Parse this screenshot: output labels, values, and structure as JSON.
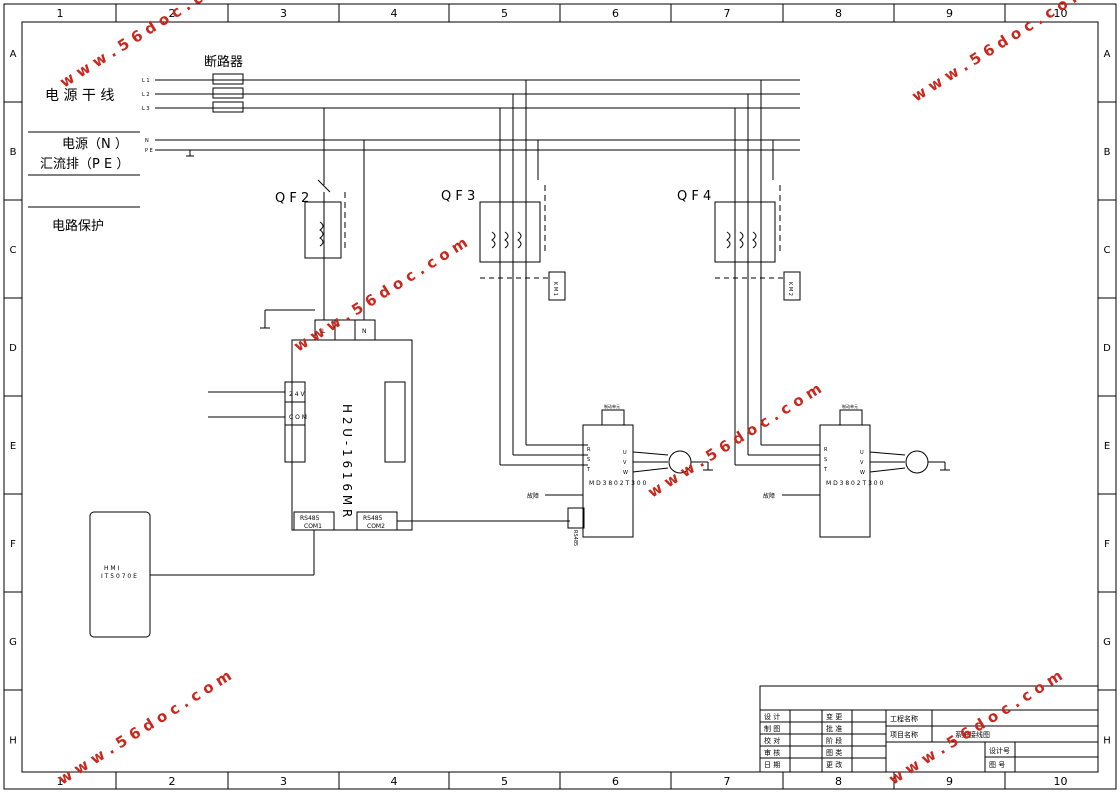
{
  "frame": {
    "columns": [
      "1",
      "2",
      "3",
      "4",
      "5",
      "6",
      "7",
      "8",
      "9",
      "10"
    ],
    "rows": [
      "A",
      "B",
      "C",
      "D",
      "E",
      "F",
      "G",
      "H"
    ]
  },
  "labels": {
    "breaker_title": "断路器",
    "bus_main": "电 源 干 线",
    "bus_n": "电源（N ）",
    "bus_pe": "汇流排（P E ）",
    "protection": "电路保护",
    "l1": "L 1",
    "l2": "L 2",
    "l3": "L 3",
    "n": "N",
    "pe": "P E"
  },
  "components": {
    "qf2": "Q F 2",
    "qf3": "Q F 3",
    "qf4": "Q F 4",
    "plc": "H 2 U - 1 6 1 6 M R",
    "plc_l": "L",
    "plc_n": "N",
    "plc_24v": "2 4 V",
    "plc_com": "C O M",
    "com1_a": "RS485",
    "com1_b": "COM1",
    "com2_a": "RS485",
    "com2_b": "COM2",
    "hmi_a": "H M I",
    "hmi_b": "I T 5 0 7 0 E",
    "km1": "K M 1",
    "km2": "K M 2",
    "vfd1": "M D 3 8 0 2 T 3 0 0",
    "vfd2": "M D 3 8 0 2 T 3 0 0",
    "fault1": "故障",
    "fault2": "故障",
    "rs485_v": "RS485",
    "vfd_top1": "制动单元",
    "vfd_top2": "制动单元",
    "rst": [
      "R",
      "S",
      "T"
    ],
    "uvw": [
      "U",
      "V",
      "W"
    ]
  },
  "title_block": {
    "left_col1": [
      "设 计",
      "制 图",
      "校 对",
      "审 核",
      "日 期"
    ],
    "left_col2": [
      "变 更",
      "批 准",
      "阶 段",
      "图 类",
      "更 改"
    ],
    "project_label": "工程名称",
    "item_label": "项目名称",
    "item_value": "系统接线图",
    "design_no": "设计号",
    "drawing_no": "图 号"
  },
  "watermark": "w w w . 5 6 d o c . c o m",
  "colors": {
    "line": "#000000",
    "watermark": "#c8281e"
  }
}
